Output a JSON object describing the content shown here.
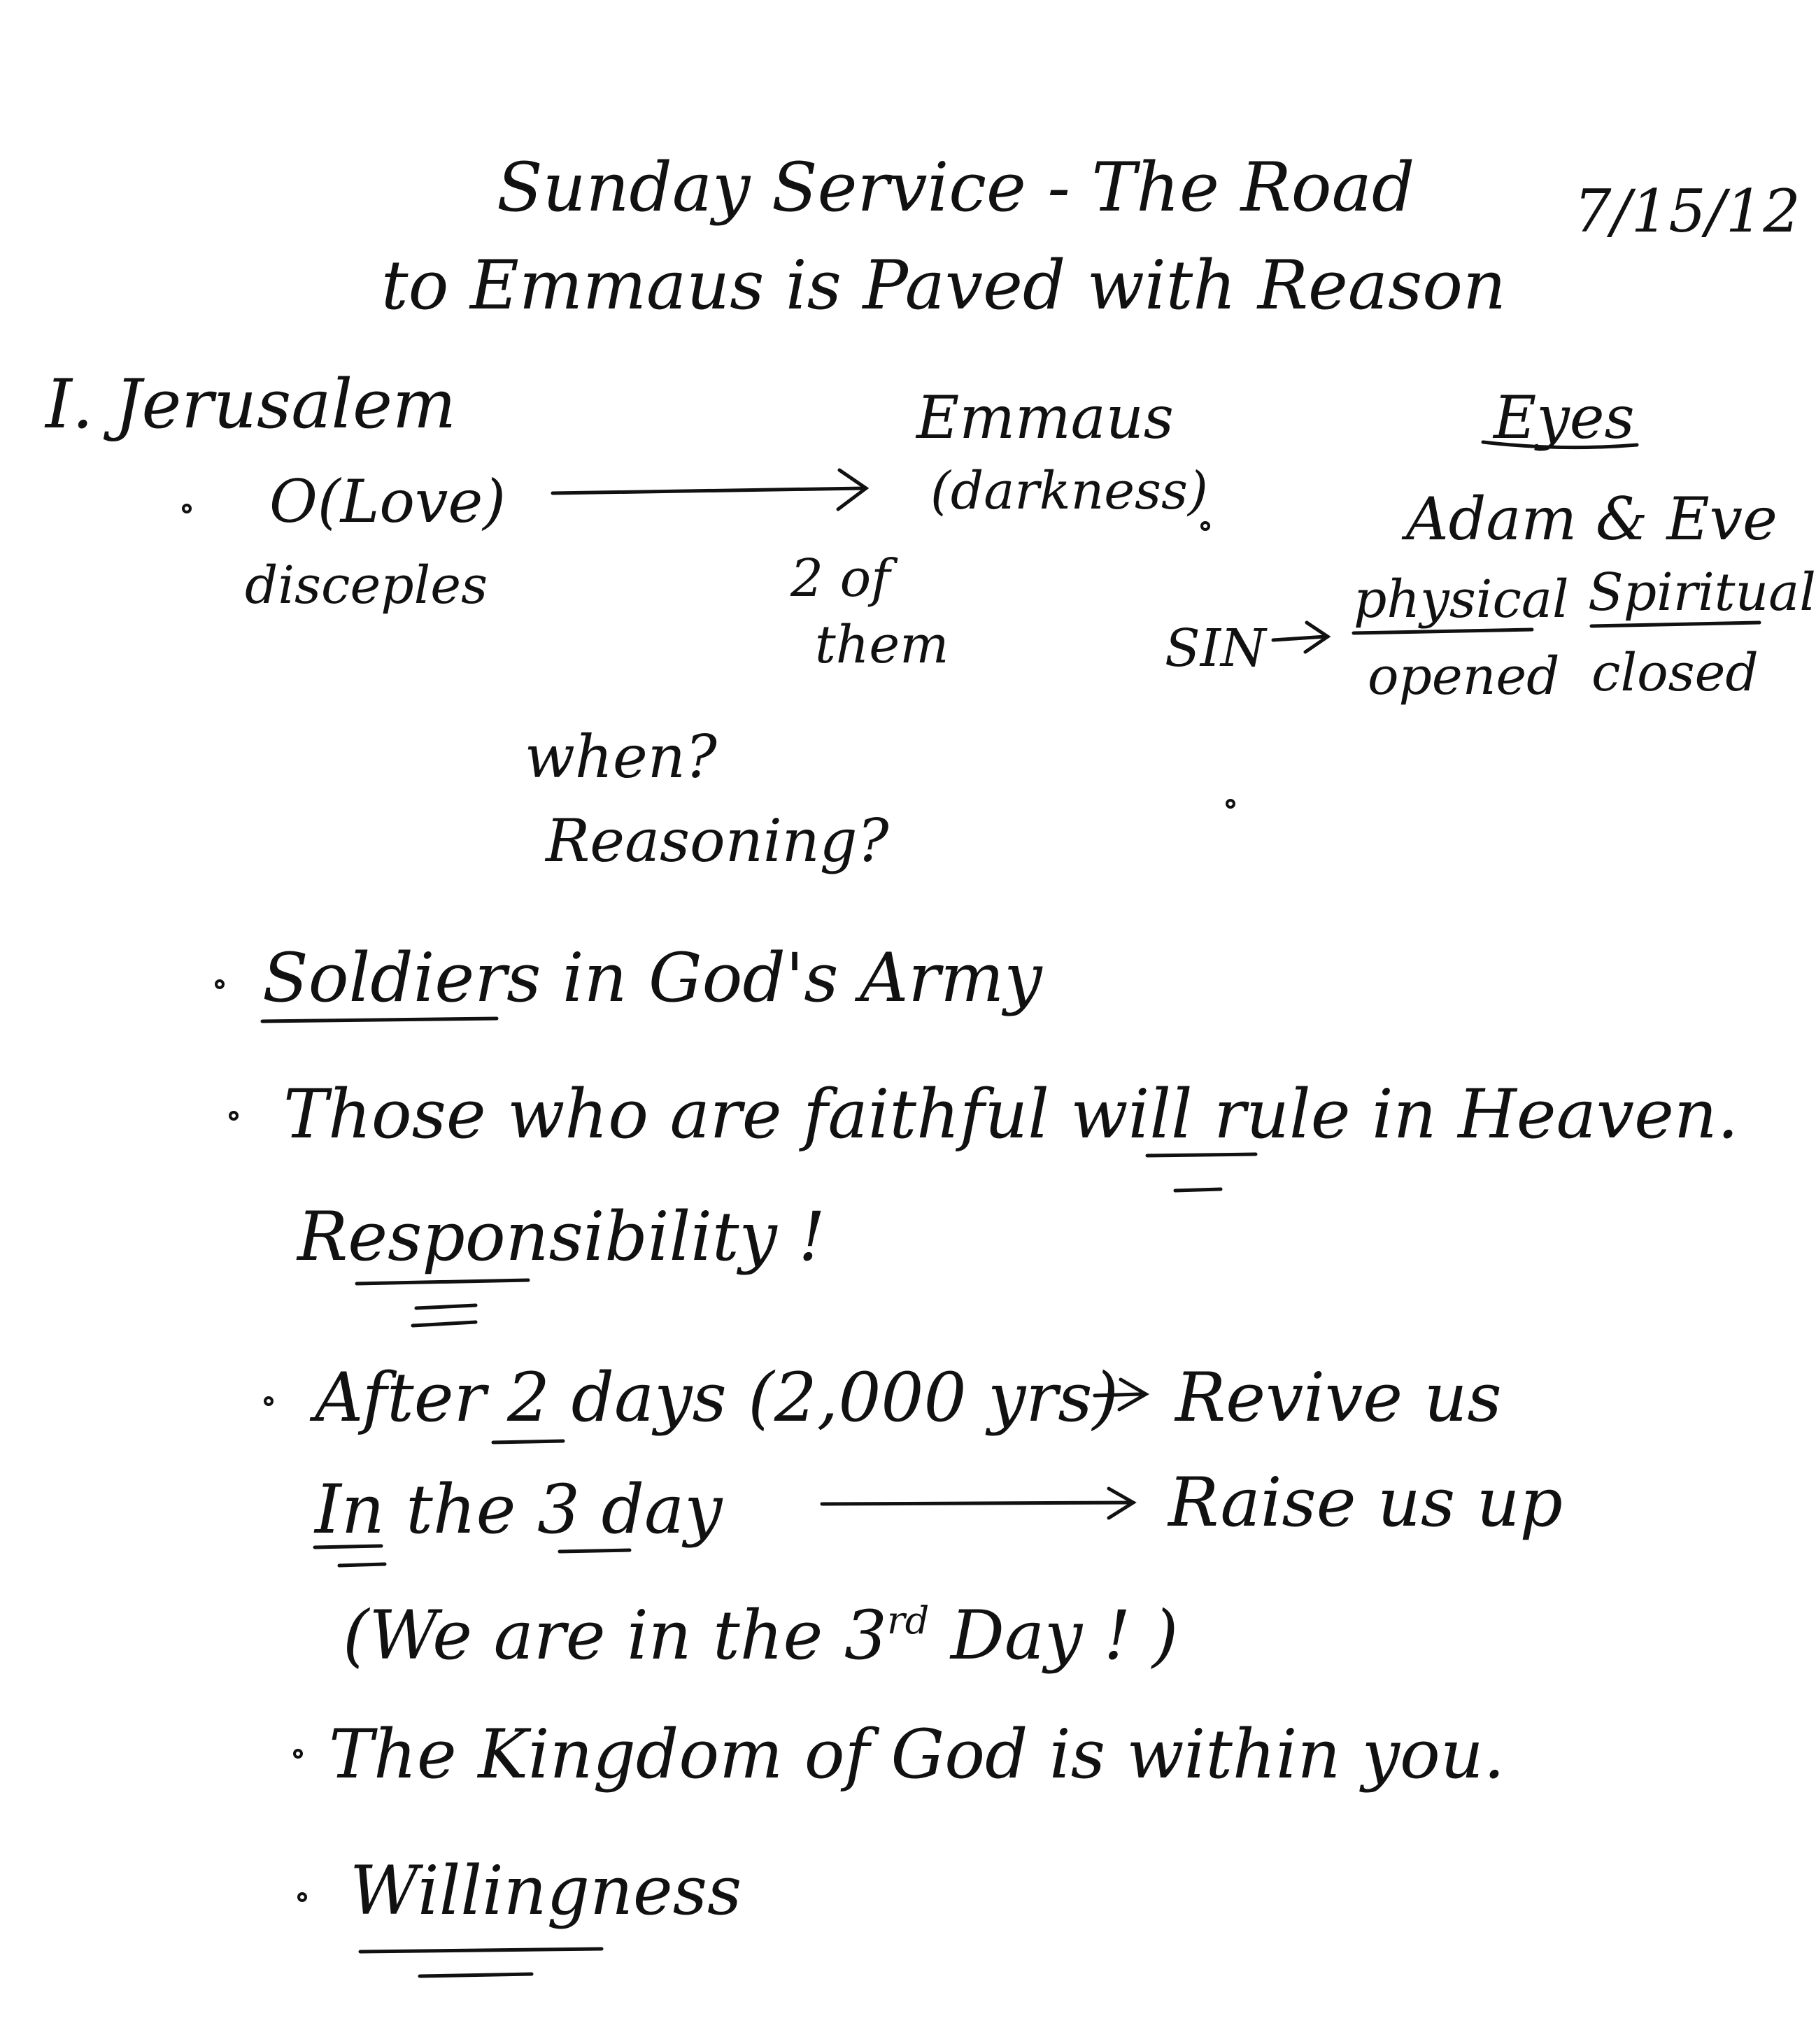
{
  "header": {
    "title_line1": "Sunday Service - The Road",
    "title_line2": "to Emmaus is Paved with Reason",
    "date": "7/15/12"
  },
  "section1": {
    "heading": "I. Jerusalem",
    "love": "O(Love)",
    "disciples": "disceples",
    "emmaus": "Emmaus",
    "darkness": "(darkness)",
    "two_of": "2 of",
    "them": "them",
    "when": "when?",
    "reasoning": "Reasoning?"
  },
  "eyes": {
    "heading": "Eyes",
    "adam_eve": "Adam & Eve",
    "sin": "SIN",
    "physical": "physical",
    "spiritual": "Spiritual",
    "opened": "opened",
    "closed": "closed"
  },
  "bullets": {
    "soldiers": "Soldiers in God's Army",
    "faithful": "Those who are faithful will rule in Heaven.",
    "responsibility": "Responsibility !",
    "after_2_days": "After 2 days (2,000 yrs)",
    "revive_us": "Revive us",
    "third_day": "In the 3 day",
    "raise_us_up": "Raise us up",
    "we_are_prefix": "(We are in the 3",
    "we_are_sup": "rd",
    "we_are_suffix": " Day ! )",
    "kingdom": "The Kingdom of God is within you.",
    "willingness": "Willingness"
  }
}
